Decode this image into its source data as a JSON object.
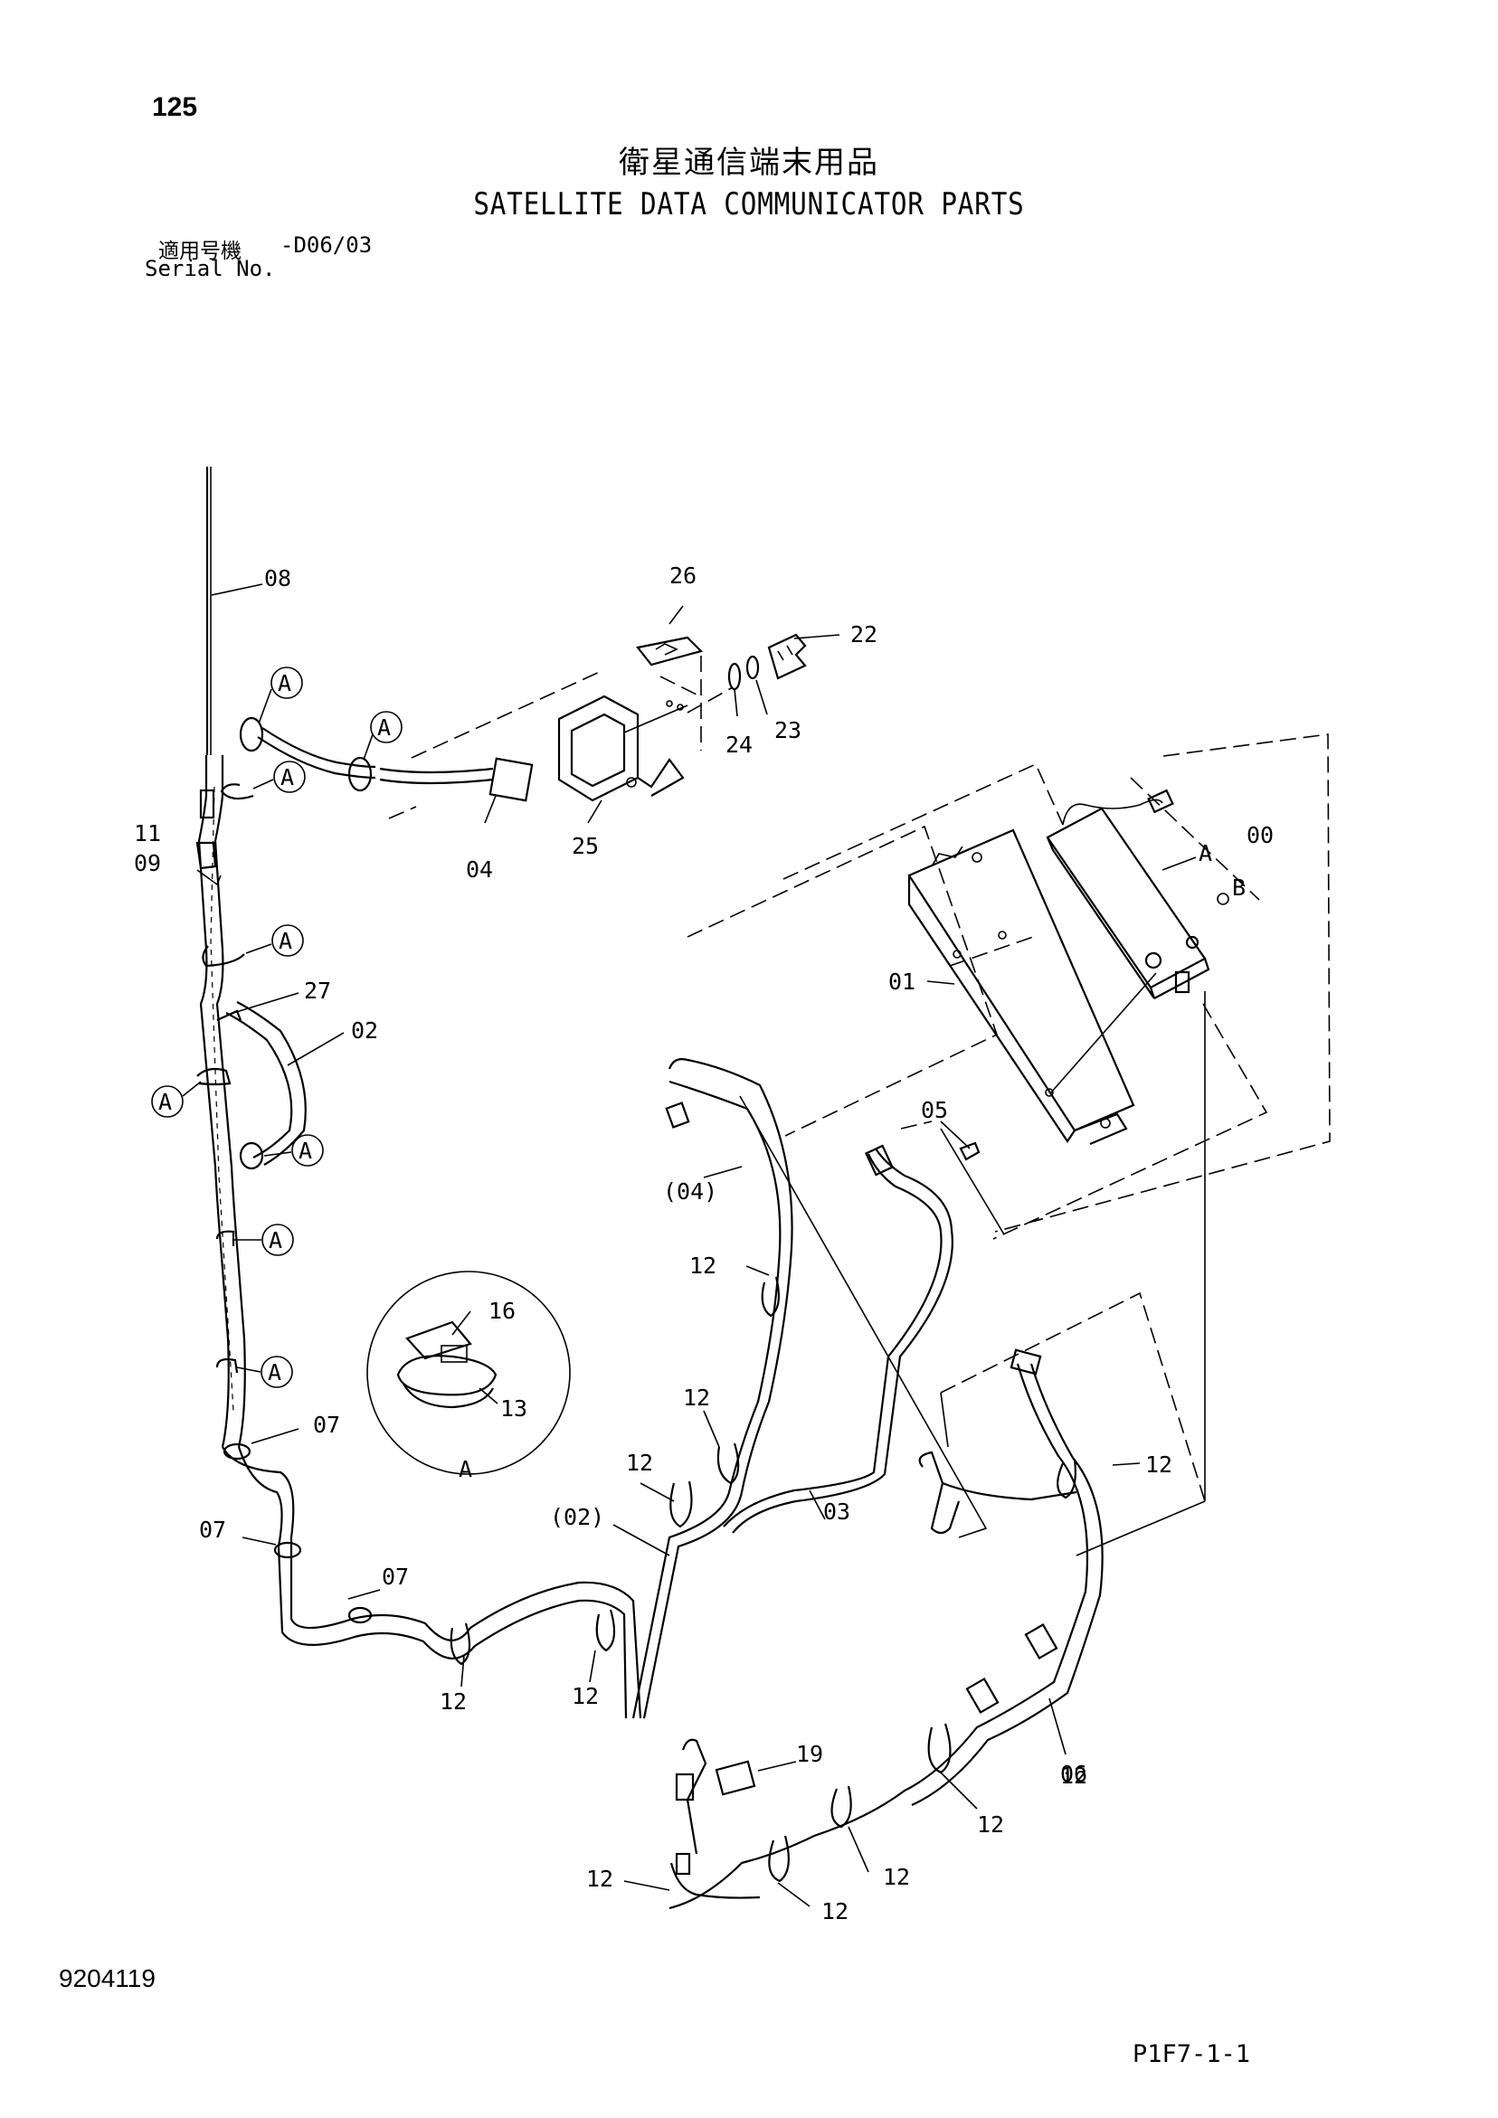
{
  "page_number": "125",
  "title_jp": "衛星通信端末用品",
  "title_en": "SATELLITE DATA COMMUNICATOR PARTS",
  "serial": {
    "label_jp": "適用号機",
    "value": "-D06/03",
    "label_en": "Serial No."
  },
  "callouts": [
    "08",
    "26",
    "22",
    "24",
    "23",
    "25",
    "04",
    "11",
    "09",
    "00",
    "01",
    "B",
    "27",
    "02",
    "05",
    "(04)",
    "16",
    "13",
    "07",
    "07",
    "07",
    "12",
    "12",
    "12",
    "12",
    "12",
    "12",
    "12",
    "12",
    "12",
    "12",
    "12",
    "12",
    "03",
    "(02)",
    "06",
    "19"
  ],
  "clamp_marker": "A",
  "detail_label": "A",
  "document_number": "9204119",
  "page_code": "P1F7-1-1"
}
